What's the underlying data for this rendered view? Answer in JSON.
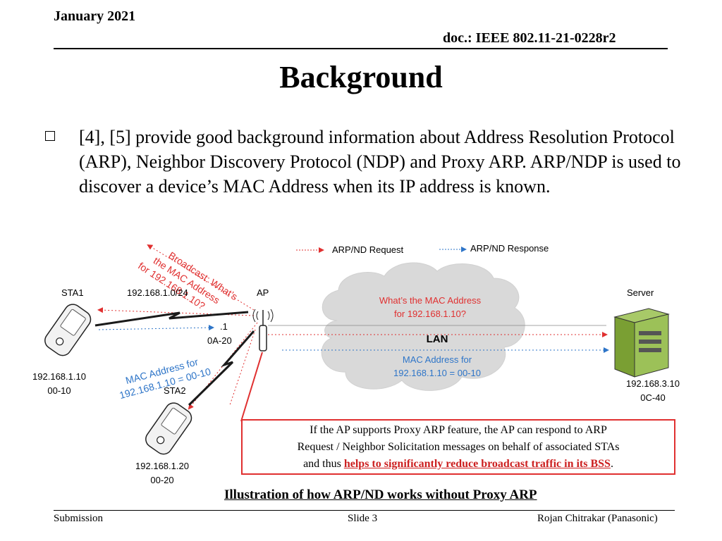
{
  "header": {
    "date": "January 2021",
    "doc": "doc.: IEEE 802.11-21-0228r2"
  },
  "slide_title": "Background",
  "bullet": "[4], [5] provide good background information about Address Resolution Protocol (ARP), Neighbor Discovery Protocol (NDP) and Proxy ARP. ARP/NDP is used to discover a device’s MAC Address when its IP address is known.",
  "diagram": {
    "broadcast_lines": [
      "Broadcast: What’s",
      "the MAC Address",
      "for 192.168.1.10?"
    ],
    "legend_request": "ARP/ND Request",
    "legend_response": "ARP/ND Response",
    "sta1": "STA1",
    "subnet": "192.168.1.0/24",
    "ap": "AP",
    "server": "Server",
    "cloud_question_1": "What’s the MAC Address",
    "cloud_question_2": "for 192.168.1.10?",
    "lan": "LAN",
    "cloud_answer_1": "MAC Address for",
    "cloud_answer_2": "192.168.1.10 = 00-10",
    "ap_ip": ".1",
    "ap_mac": "0A-20",
    "mac_note_1": "MAC Address for",
    "mac_note_2": "192.168.1.10 = 00-10",
    "sta1_ip": "192.168.1.10",
    "sta1_mac": "00-10",
    "sta2": "STA2",
    "sta2_ip": "192.168.1.20",
    "sta2_mac": "00-20",
    "server_ip": "192.168.3.10",
    "server_mac": "0C-40",
    "colors": {
      "request": "#e03030",
      "response": "#2e75c8",
      "cloud": "#d9d9d9",
      "server": "#8ab33b"
    }
  },
  "infobox": {
    "line1": "If the AP supports Proxy ARP feature, the AP can respond to ARP",
    "line2": "Request / Neighbor Solicitation messages on behalf of associated STAs",
    "line3_prefix": "and thus ",
    "line3_highlight": "helps to significantly reduce broadcast traffic in its BSS",
    "line3_suffix": "."
  },
  "caption": "Illustration of how ARP/ND works without Proxy ARP",
  "footer": {
    "left": "Submission",
    "center": "Slide 3",
    "right": "Rojan Chitrakar (Panasonic)"
  }
}
